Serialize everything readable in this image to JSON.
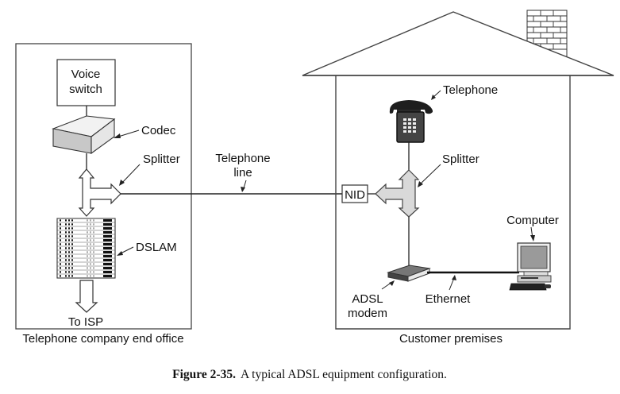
{
  "figure": {
    "number_label": "Figure 2-35.",
    "caption_text": "A typical ADSL equipment configuration."
  },
  "end_office": {
    "title": "Telephone company end office",
    "voice_switch_line1": "Voice",
    "voice_switch_line2": "switch",
    "codec_label": "Codec",
    "splitter_label": "Splitter",
    "dslam_label": "DSLAM",
    "to_isp_label": "To ISP"
  },
  "line": {
    "label_line1": "Telephone",
    "label_line2": "line"
  },
  "customer": {
    "title": "Customer premises",
    "telephone_label": "Telephone",
    "splitter_label": "Splitter",
    "nid_label": "NID",
    "computer_label": "Computer",
    "modem_line1": "ADSL",
    "modem_line2": "modem",
    "ethernet_label": "Ethernet"
  },
  "colors": {
    "stroke": "#333333",
    "codec_front": "#c8c8c8",
    "splitter_fill": "#d9d9d9",
    "phone_body": "#222222",
    "screen": "#9a9a9a"
  }
}
